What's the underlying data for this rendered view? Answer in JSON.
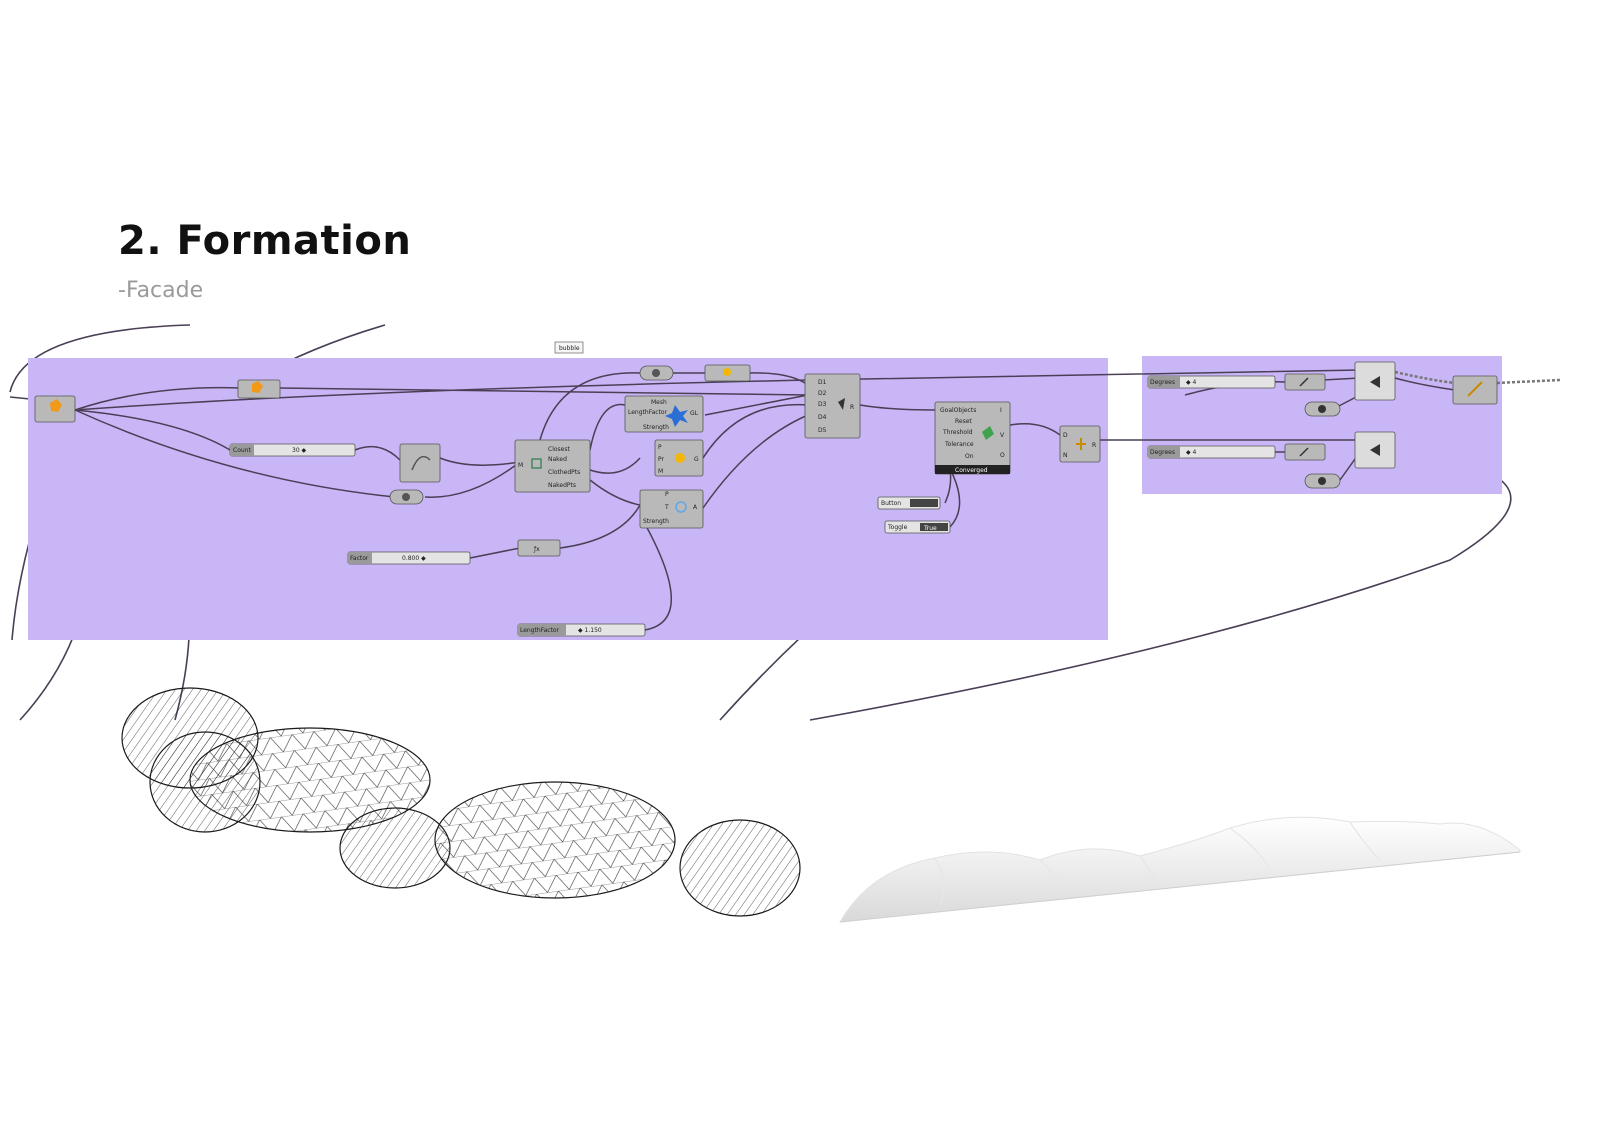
{
  "heading": {
    "title": "2. Formation",
    "subtitle": "-Facade"
  },
  "colors": {
    "group_fill": "#c9b6f7",
    "component_fill": "#b9b9b9",
    "wire": "#4a3f55",
    "mesh_line": "#1a1a1a"
  },
  "canvas": {
    "group_label": "bubble",
    "sliders": [
      {
        "label": "Count",
        "value": "30 ◆"
      },
      {
        "label": "Factor",
        "value": "0.800 ◆"
      },
      {
        "label": "LengthFactor",
        "value": "◆ 1.150"
      },
      {
        "label": "Degrees",
        "value": "◆ 4"
      },
      {
        "label": "Degrees",
        "value": "◆ 4"
      }
    ],
    "toggles": [
      {
        "label": "Button",
        "value": ""
      },
      {
        "label": "Toggle",
        "value": "True"
      }
    ],
    "components": {
      "weld": {
        "ports_in": [
          "Mesh",
          "LengthFactor",
          "Strength"
        ],
        "ports_out": [
          "GL"
        ]
      },
      "closest": {
        "ports_in": [
          "M"
        ],
        "ports_out": [
          "Closest",
          "Naked",
          "ClothedPts",
          "NakedPts"
        ]
      },
      "pressure": {
        "ports_in": [
          "P",
          "Pr",
          "M"
        ],
        "ports_out": [
          "G"
        ]
      },
      "anchor": {
        "ports_in": [
          "P",
          "T",
          "Strength"
        ],
        "ports_out": [
          "A"
        ]
      },
      "merge": {
        "ports_in": [
          "D1",
          "D2",
          "D3",
          "D4",
          "D5"
        ],
        "ports_out": [
          "R"
        ]
      },
      "solver": {
        "ports_in": [
          "GoalObjects",
          "Reset",
          "Threshold",
          "Tolerance",
          "On"
        ],
        "ports_out": [
          "I",
          "V",
          "O"
        ],
        "status": "Converged"
      },
      "range": {
        "ports_in": [
          "D",
          "N"
        ],
        "ports_out": [
          "R"
        ]
      }
    }
  },
  "icons": [
    "orange-hexagon-icon",
    "bulb-icon",
    "star-goal-icon",
    "kangaroo-solver-icon",
    "smooth-icon"
  ]
}
